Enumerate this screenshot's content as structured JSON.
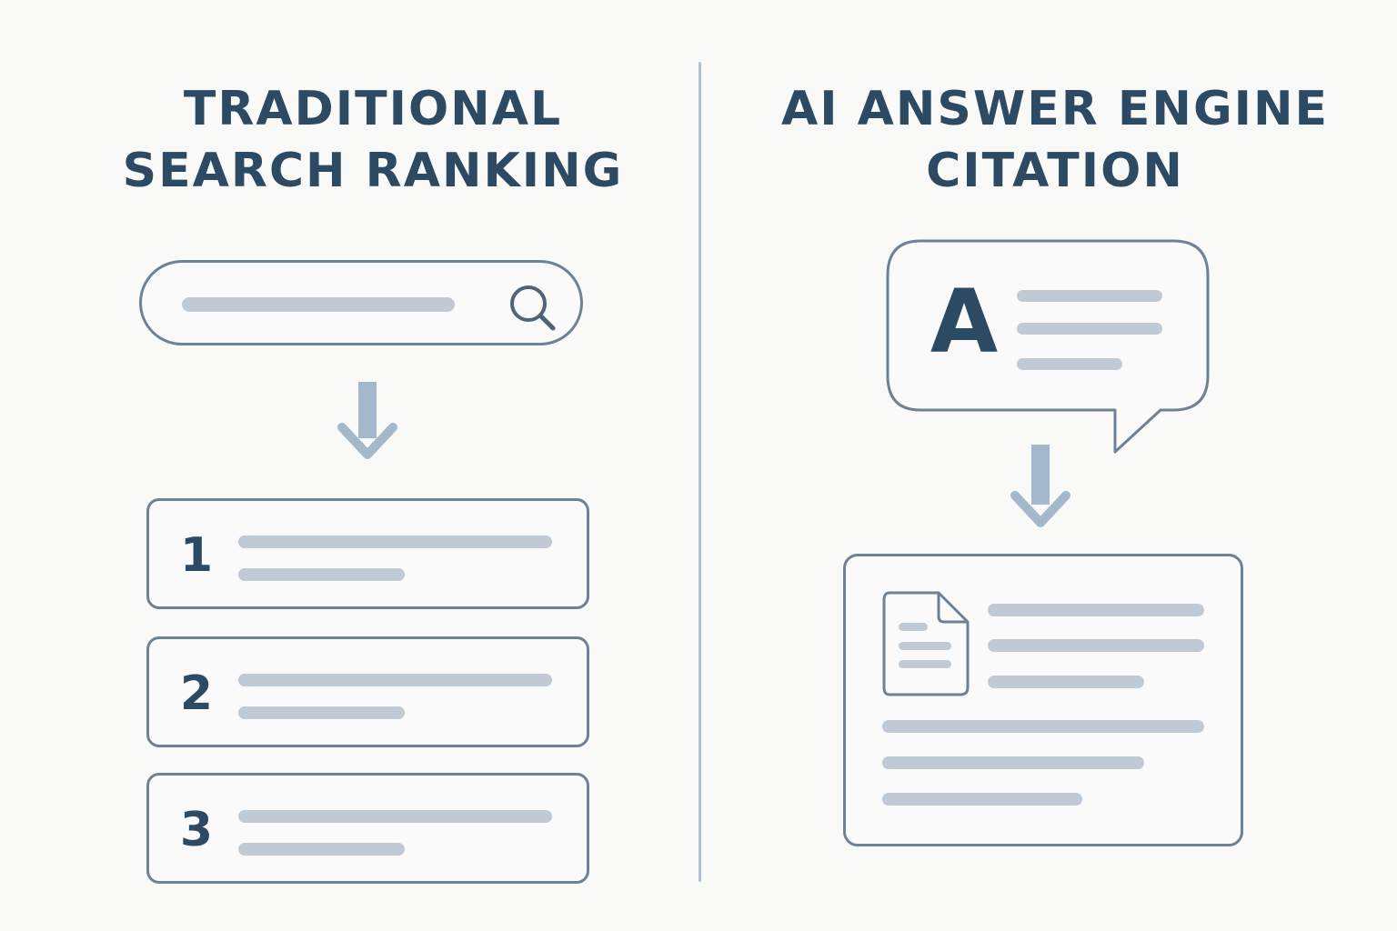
{
  "left_panel": {
    "title_line1": "TRADITIONAL",
    "title_line2": "SEARCH RANKING",
    "results": [
      {
        "rank": "1"
      },
      {
        "rank": "2"
      },
      {
        "rank": "3"
      }
    ]
  },
  "right_panel": {
    "title_line1": "AI ANSWER ENGINE",
    "title_line2": "CITATION",
    "answer_letter": "A"
  },
  "colors": {
    "background": "#f9f9f8",
    "heading": "#2c4a63",
    "outline": "#6f8193",
    "placeholder_line": "#bfcad5",
    "arrow": "#a3b8ca",
    "divider": "#b3c1cf"
  },
  "icons": [
    "search-icon",
    "down-arrow-icon",
    "speech-bubble-icon",
    "document-icon"
  ]
}
